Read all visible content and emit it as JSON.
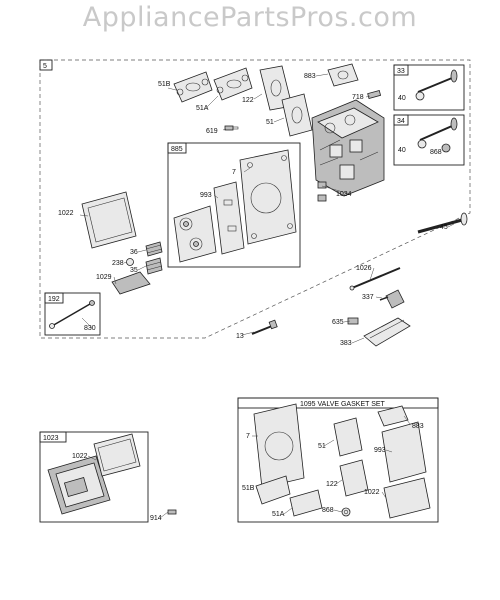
{
  "watermark": "AppliancePartsPros.com",
  "main_box": "5",
  "boxes": {
    "b885": "885",
    "b33": "33",
    "b34": "34",
    "b192": "192",
    "b1023": "1023",
    "b1095": "1095 VALVE GASKET SET"
  },
  "labels": {
    "l51b": "51B",
    "l51a": "51A",
    "l122": "122",
    "l883": "883",
    "l718": "718",
    "l51": "51",
    "l619": "619",
    "l40a": "40",
    "l40b": "40",
    "l868": "868",
    "l7": "7",
    "l993": "993",
    "l1034": "1034",
    "l1022": "1022",
    "l36": "36",
    "l238": "238",
    "l35": "35",
    "l1029": "1029",
    "l45": "45",
    "l1026": "1026",
    "l337": "337",
    "l830": "830",
    "l635": "635",
    "l13": "13",
    "l383": "383",
    "l1022b": "1022",
    "l914": "914",
    "k7": "7",
    "k51": "51",
    "k883": "883",
    "k993": "993",
    "k122": "122",
    "k51b": "51B",
    "k51a": "51A",
    "k868": "868",
    "k1022": "1022"
  }
}
